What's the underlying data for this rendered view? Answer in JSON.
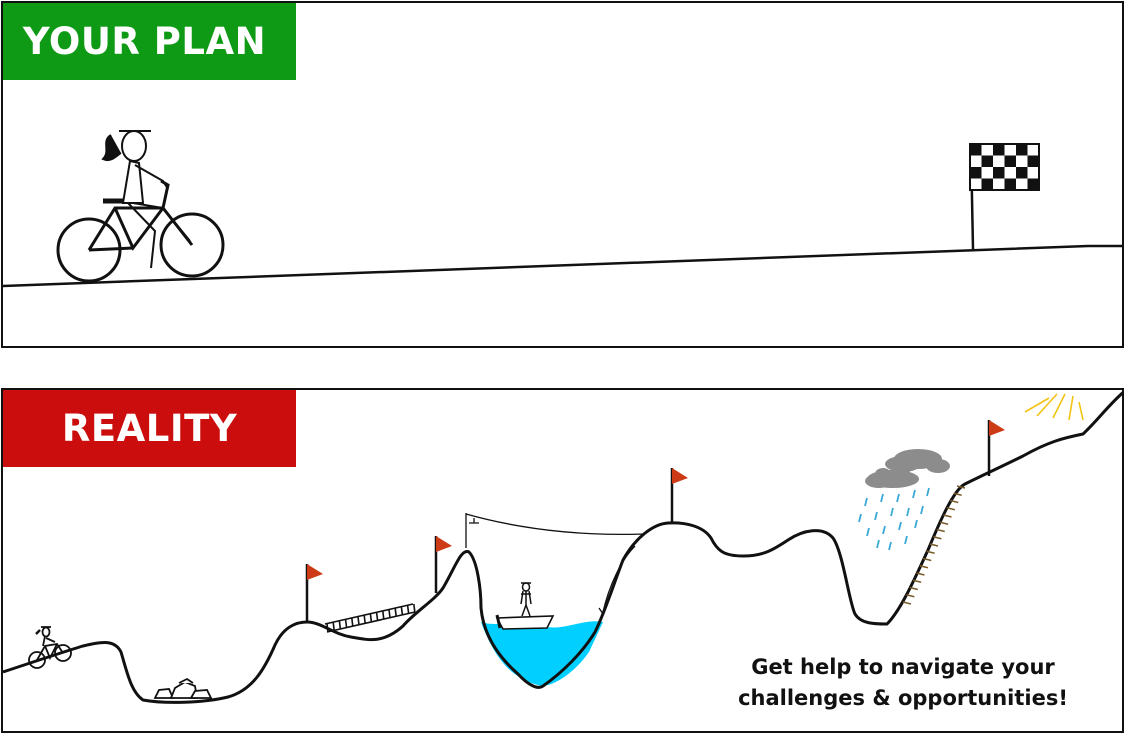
{
  "plan": {
    "label": "YOUR PLAN",
    "banner_color": "#0e9a15"
  },
  "reality": {
    "label": "REALITY",
    "banner_color": "#cc0d0d",
    "caption_line1": "Get help to navigate your",
    "caption_line2": "challenges & opportunities!",
    "water_color": "#00cfff",
    "flag_color": "#cc3a16",
    "cloud_color": "#8c8c8c",
    "rain_color": "#3aa9d6",
    "sun_color": "#f2c314"
  }
}
